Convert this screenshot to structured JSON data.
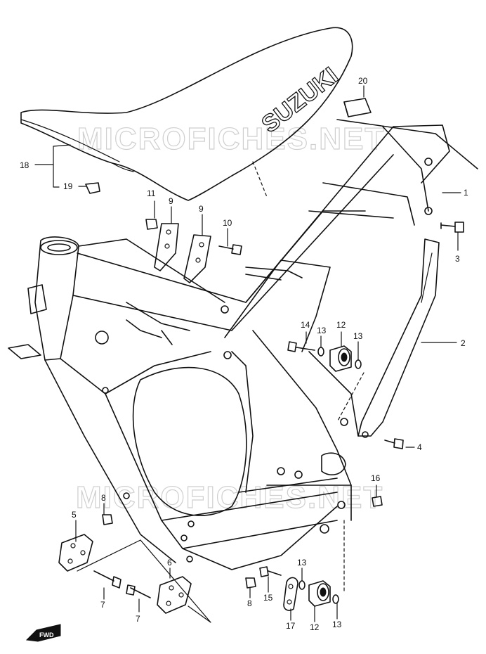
{
  "watermark_text": "MICROFICHES.NET",
  "seat_brand": "SUZUKI",
  "fwd_label": "FWD",
  "labels": {
    "l1": "1",
    "l2": "2",
    "l3": "3",
    "l4": "4",
    "l5": "5",
    "l6": "6",
    "l7a": "7",
    "l7b": "7",
    "l8a": "8",
    "l8b": "8",
    "l9a": "9",
    "l9b": "9",
    "l10": "10",
    "l11": "11",
    "l12a": "12",
    "l12b": "12",
    "l13a": "13",
    "l13b": "13",
    "l13c": "13",
    "l13d": "13",
    "l14": "14",
    "l15": "15",
    "l16": "16",
    "l17": "17",
    "l18": "18",
    "l19": "19",
    "l20": "20"
  }
}
